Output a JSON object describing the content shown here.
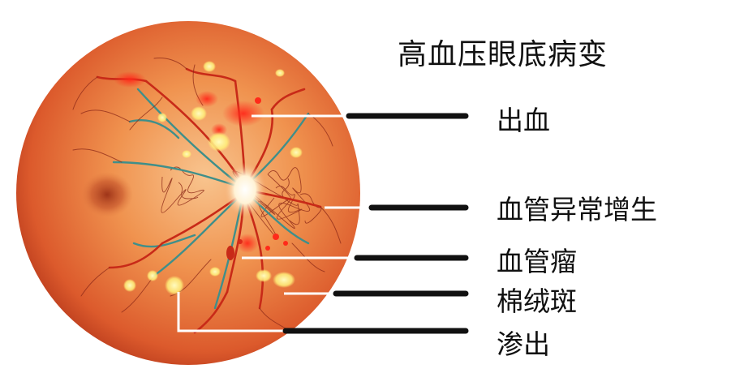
{
  "title": "高血压眼底病变",
  "labels": [
    "出血",
    "血管异常增生",
    "血管瘤",
    "棉绒斑",
    "渗出"
  ],
  "colors": {
    "fundus_center": "#f6b07a",
    "fundus_mid": "#e8723c",
    "fundus_edge": "#c0401f",
    "macula": "#a83a1c",
    "optic_disc": "#fff3d6",
    "artery": "#c82a18",
    "vein": "#3f8f8a",
    "hemorrhage": "#ff2a1a",
    "cotton_wool": "#fff07a",
    "leader_line": "#111111",
    "leader_connector": "#ffffff"
  }
}
